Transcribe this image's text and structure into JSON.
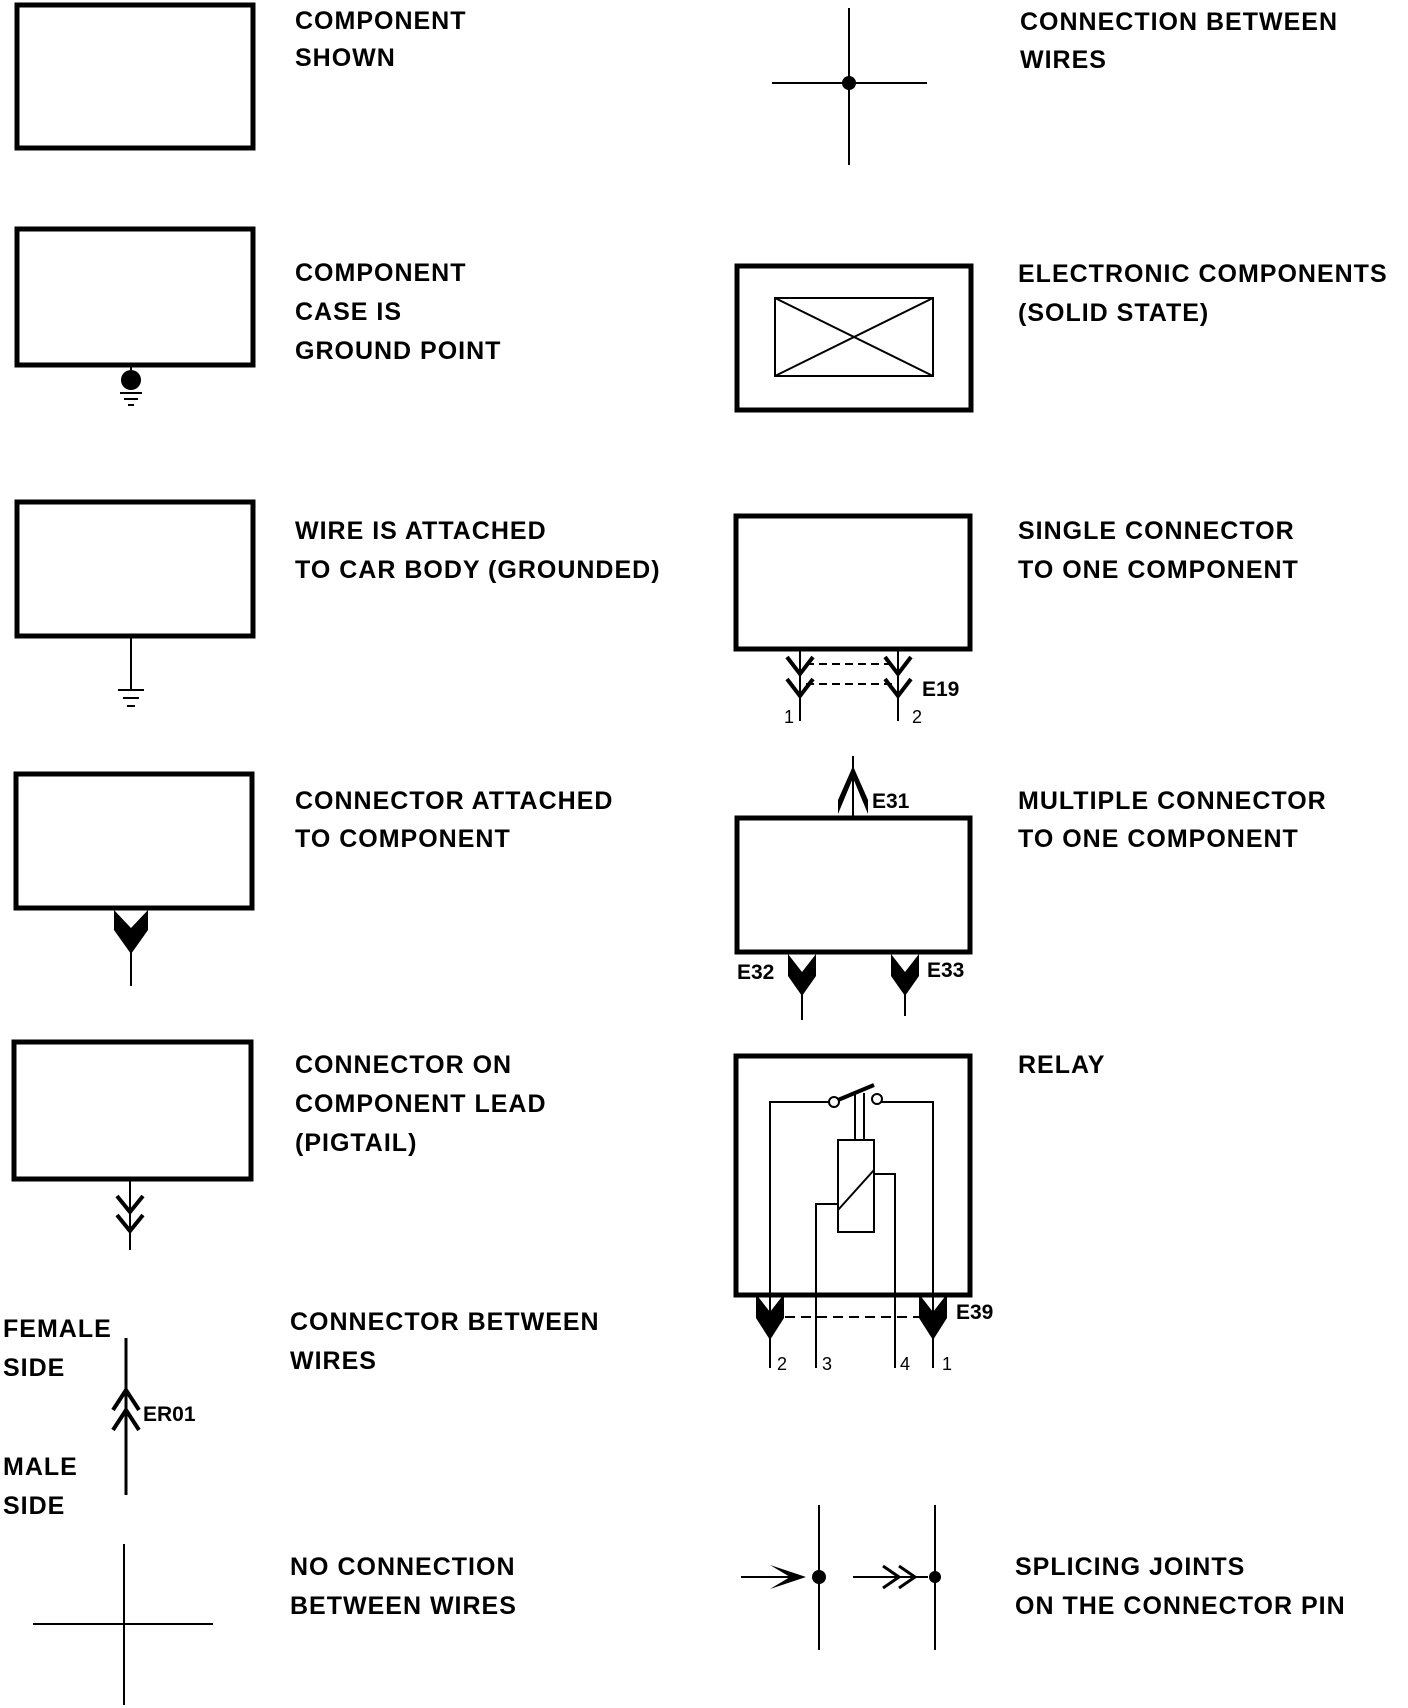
{
  "legend": {
    "component_shown": [
      "COMPONENT",
      "SHOWN"
    ],
    "component_case_ground": [
      "COMPONENT",
      "CASE IS",
      "GROUND POINT"
    ],
    "wire_grounded": [
      "WIRE IS ATTACHED",
      "TO CAR BODY (GROUNDED)"
    ],
    "connector_attached": [
      "CONNECTOR ATTACHED",
      "TO COMPONENT"
    ],
    "connector_pigtail": [
      "CONNECTOR ON",
      "COMPONENT LEAD",
      "(PIGTAIL)"
    ],
    "connector_between_wires": [
      "CONNECTOR BETWEEN",
      "WIRES"
    ],
    "no_connection": [
      "NO CONNECTION",
      "BETWEEN WIRES"
    ],
    "connection_between_wires": [
      "CONNECTION BETWEEN",
      "WIRES"
    ],
    "electronic_components": [
      "ELECTRONIC COMPONENTS",
      "(SOLID STATE)"
    ],
    "single_connector": [
      "SINGLE CONNECTOR",
      "TO ONE COMPONENT"
    ],
    "multiple_connector": [
      "MULTIPLE CONNECTOR",
      "TO ONE COMPONENT"
    ],
    "relay": [
      "RELAY"
    ],
    "splicing_joints": [
      "SPLICING JOINTS",
      "ON THE CONNECTOR PIN"
    ]
  },
  "side_labels": {
    "female": [
      "FEMALE",
      "SIDE"
    ],
    "male": [
      "MALE",
      "SIDE"
    ]
  },
  "connector_ids": {
    "er01": "ER01",
    "e19": "E19",
    "e31": "E31",
    "e32": "E32",
    "e33": "E33",
    "e39": "E39"
  },
  "pins": {
    "e19": [
      "1",
      "2"
    ],
    "e39": [
      "2",
      "3",
      "4",
      "1"
    ]
  }
}
